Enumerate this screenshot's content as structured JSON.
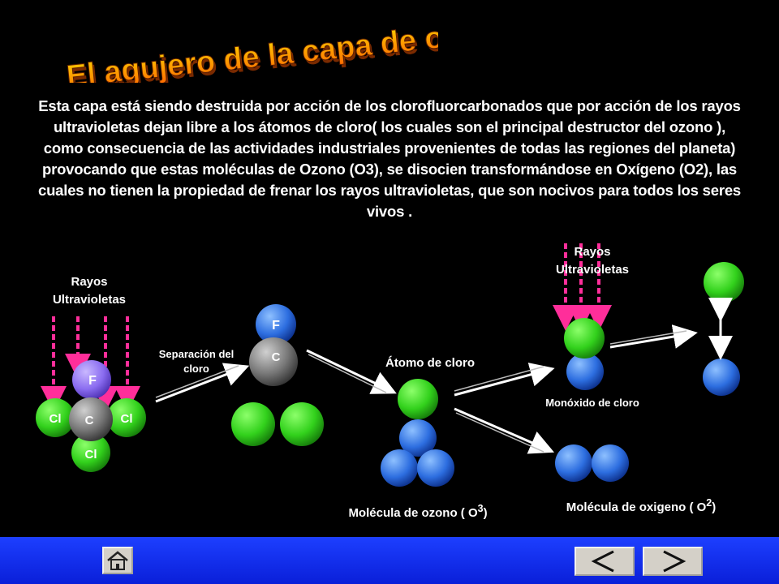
{
  "title": "El agujero de la capa de ozono",
  "paragraph": "Esta capa está siendo destruida por acción de los clorofluorcarbonados que por acción de los rayos ultravioletas dejan libre a los átomos de cloro( los cuales son el principal destructor del ozono ), como consecuencia de las actividades industriales provenientes de todas las regiones del planeta) provocando que estas moléculas de Ozono (O3), se disocien transformándose en Oxígeno (O2), las cuales no tienen la propiedad de frenar los rayos ultravioletas, que son nocivos para todos los seres vivos .",
  "labels": {
    "uv_left_1": "Rayos",
    "uv_left_2": "Ultravioletas",
    "uv_right_1": "Rayos",
    "uv_right_2": "Ultravioletas",
    "separation_1": "Separación del",
    "separation_2": "cloro",
    "chlorine_atom": "Átomo de cloro",
    "chlorine_monoxide": "Monóxido de cloro",
    "ozone_molecule": "Molécula de ozono ( O",
    "ozone_sub": "3",
    "oxygen_molecule": "Molécula de oxigeno ( O",
    "oxygen_sub": "2",
    "close_paren": ")"
  },
  "atoms": {
    "f": "F",
    "c": "C",
    "cl": "Cl"
  },
  "colors": {
    "green": "#3ddc2a",
    "blue": "#2f6fe0",
    "purple": "#8a6cf0",
    "gray": "#777777",
    "uv": "#ff2e9a",
    "title": "#ff7a00",
    "footer": "#1a3cff"
  },
  "nav": {
    "home": "home-icon",
    "prev": "prev-arrow-icon",
    "next": "next-arrow-icon"
  }
}
